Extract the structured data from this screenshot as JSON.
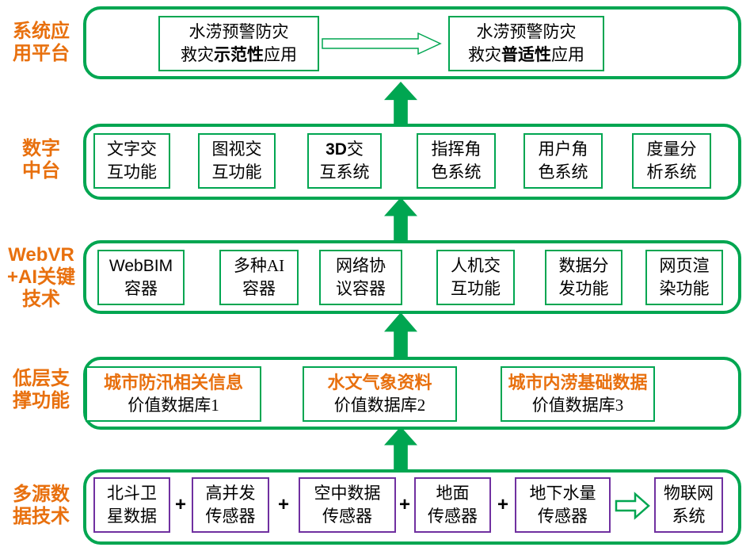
{
  "colors": {
    "green": "#00A651",
    "orange": "#E8700E",
    "purple": "#7030A0"
  },
  "layers": [
    {
      "label_lines": [
        "系统应",
        "用平台"
      ],
      "boxes": [
        {
          "line1": "水涝预警防灾",
          "line2_pre": "救灾",
          "line2_bold": "示范性",
          "line2_post": "应用"
        },
        {
          "line1": "水涝预警防灾",
          "line2_pre": "救灾",
          "line2_bold": "普适性",
          "line2_post": "应用"
        }
      ]
    },
    {
      "label_lines": [
        "数字",
        "中台"
      ],
      "boxes": [
        {
          "line1": "文字交",
          "line2": "互功能"
        },
        {
          "line1": "图视交",
          "line2": "互功能"
        },
        {
          "line1_bold": "3D",
          "line1_post": "交",
          "line2": "互系统"
        },
        {
          "line1": "指挥角",
          "line2": "色系统"
        },
        {
          "line1": "用户角",
          "line2": "色系统"
        },
        {
          "line1": "度量分",
          "line2": "析系统"
        }
      ]
    },
    {
      "label_lines": [
        "WebVR",
        "+AI关键",
        "技术"
      ],
      "boxes": [
        {
          "line1": "WebBIM",
          "line2": "容器"
        },
        {
          "line1": "多种AI",
          "line2": "容器"
        },
        {
          "line1": "网络协",
          "line2": "议容器"
        },
        {
          "line1": "人机交",
          "line2": "互功能"
        },
        {
          "line1": "数据分",
          "line2": "发功能"
        },
        {
          "line1": "网页渲",
          "line2": "染功能"
        }
      ]
    },
    {
      "label_lines": [
        "低层支",
        "撑功能"
      ],
      "boxes": [
        {
          "title": "城市防汛相关信息",
          "subtitle": "价值数据库1"
        },
        {
          "title": "水文气象资料",
          "subtitle": "价值数据库2"
        },
        {
          "title": "城市内涝基础数据",
          "subtitle": "价值数据库3"
        }
      ]
    },
    {
      "label_lines": [
        "多源数",
        "据技术"
      ],
      "plus": "+",
      "boxes": [
        {
          "line1": "北斗卫",
          "line2": "星数据"
        },
        {
          "line1": "高并发",
          "line2": "传感器"
        },
        {
          "line1": "空中数据",
          "line2": "传感器"
        },
        {
          "line1": "地面",
          "line2": "传感器"
        },
        {
          "line1": "地下水量",
          "line2": "传感器"
        },
        {
          "line1": "物联网",
          "line2": "系统"
        }
      ]
    }
  ]
}
